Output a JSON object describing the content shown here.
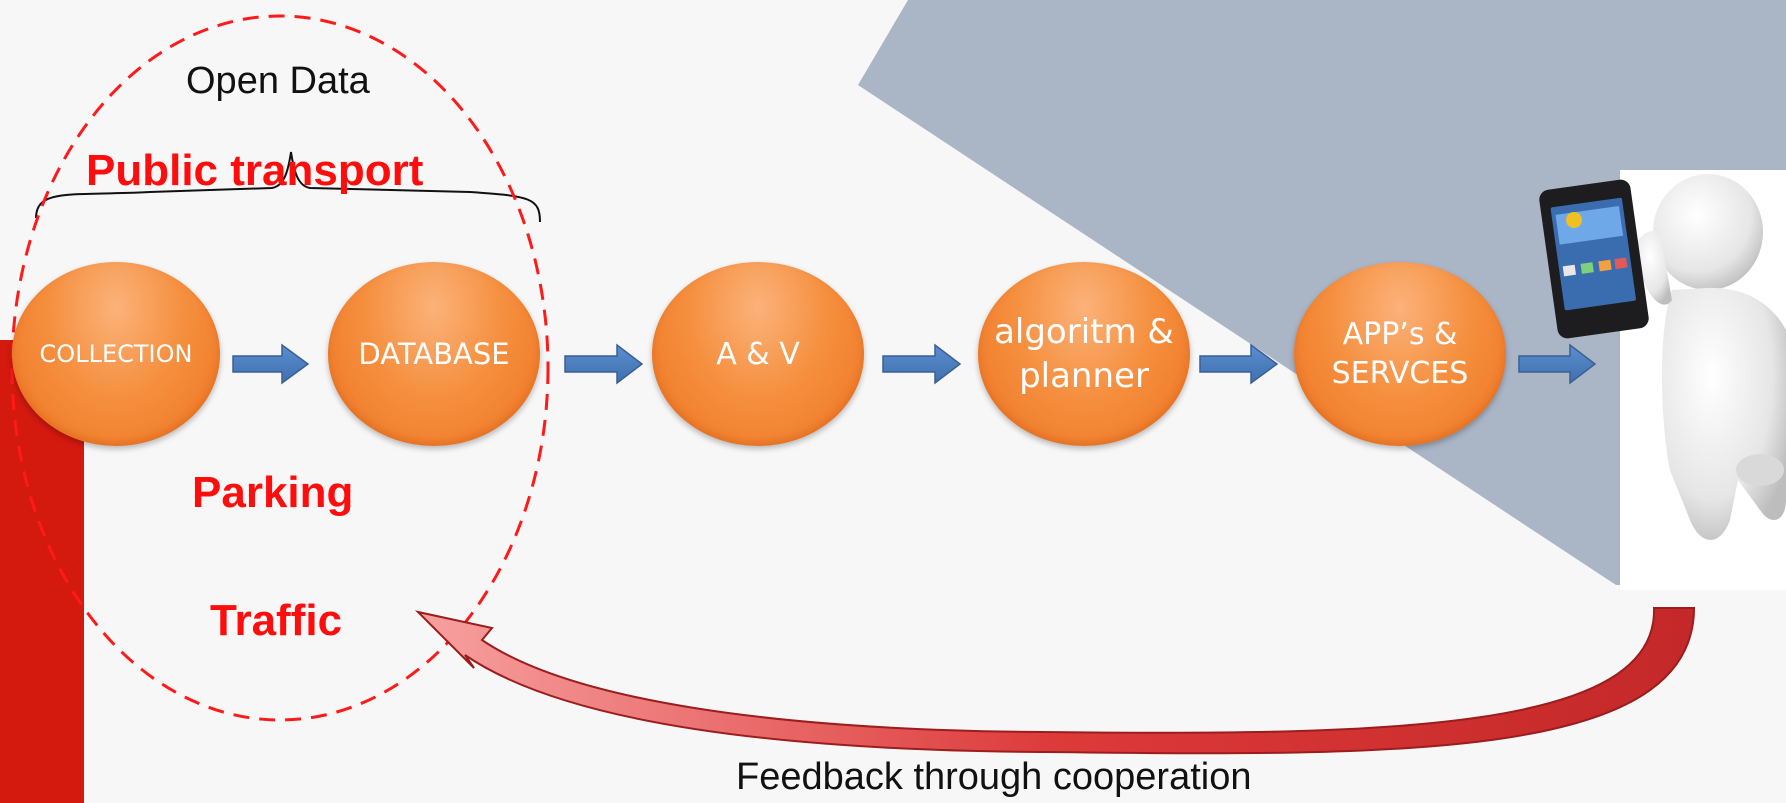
{
  "header": {
    "open_data_label": "Open Data"
  },
  "categories": {
    "public_transport": "Public transport",
    "parking": "Parking",
    "traffic": "Traffic"
  },
  "pipeline": {
    "collection": "COLLECTION",
    "database": "DATABASE",
    "av": "A & V",
    "algorithm": "algoritm &\nplanner",
    "apps": "APP’s &\nSERVCES"
  },
  "footer": {
    "feedback_label": "Feedback through cooperation"
  },
  "colors": {
    "accent_red": "#ff0d0d",
    "bar_red": "#d4190f",
    "node_orange": "#f59040",
    "arrow_blue": "#4f81bd",
    "bg_wedge": "#aab5c6"
  },
  "icons": [
    "smartphone-icon",
    "thumbs-up-person-icon"
  ]
}
